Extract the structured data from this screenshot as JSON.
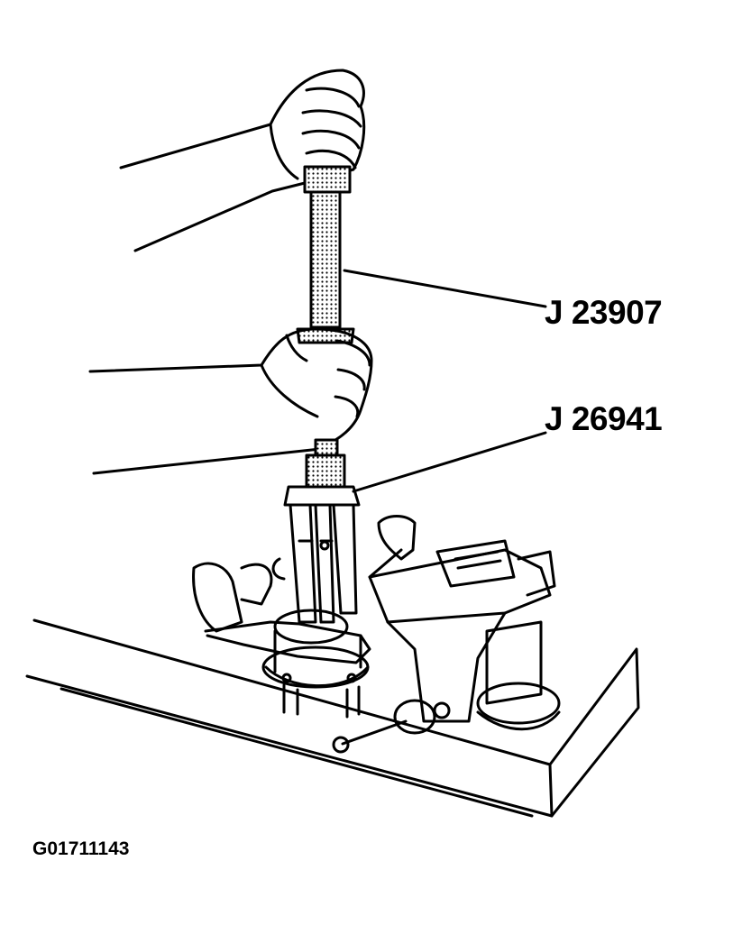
{
  "callouts": {
    "tool_1": "J 23907",
    "tool_2": "J 26941"
  },
  "figure_id": "G01711143",
  "colors": {
    "ink": "#000000",
    "paper": "#ffffff"
  }
}
